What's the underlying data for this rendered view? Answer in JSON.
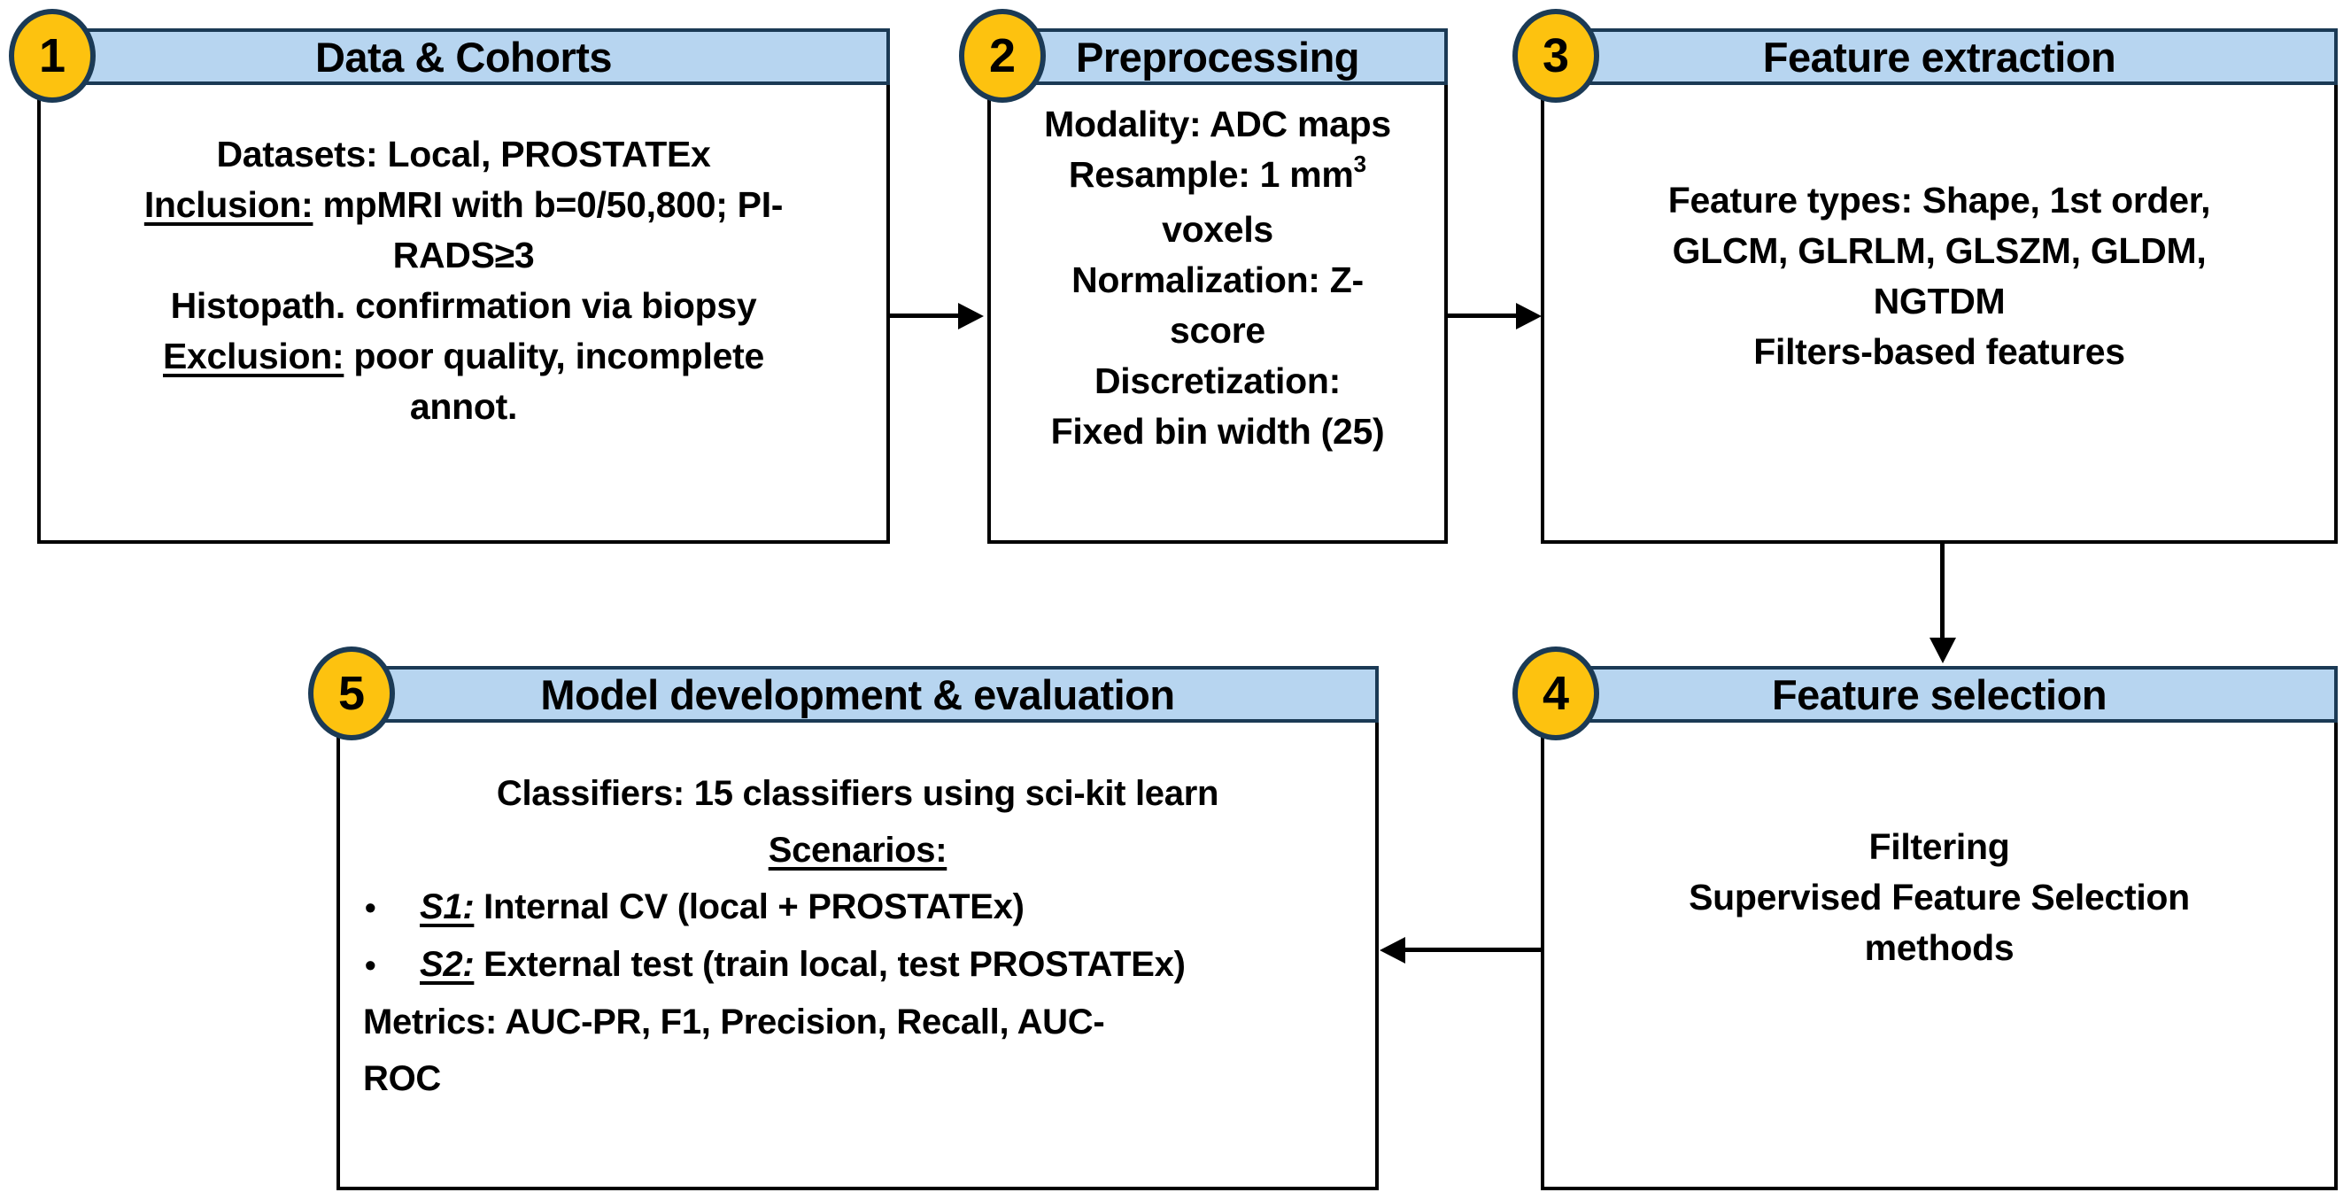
{
  "diagram": {
    "title": "Radiomics workflow flowchart",
    "colors": {
      "background": "#ffffff",
      "header_fill": "#B7D5F0",
      "header_border": "#1B3A55",
      "badge_fill": "#FDC20F",
      "badge_border": "#1B3A55",
      "box_border": "#000000",
      "arrow": "#000000",
      "text": "#000000"
    },
    "boxes": [
      {
        "number": "1",
        "title": "Data & Cohorts",
        "lines": [
          {
            "segs": [
              {
                "t": "Datasets: Local, PROSTATEx"
              }
            ]
          },
          {
            "segs": [
              {
                "t": "Inclusion:",
                "u": true
              },
              {
                "t": " mpMRI with b=0/50,800; PI-"
              }
            ]
          },
          {
            "segs": [
              {
                "t": "RADS≥3"
              }
            ]
          },
          {
            "segs": [
              {
                "t": "Histopath. confirmation via biopsy"
              }
            ]
          },
          {
            "segs": [
              {
                "t": "Exclusion:",
                "u": true
              },
              {
                "t": " poor quality, incomplete"
              }
            ]
          },
          {
            "segs": [
              {
                "t": "annot."
              }
            ]
          }
        ]
      },
      {
        "number": "2",
        "title": "Preprocessing",
        "lines": [
          {
            "segs": [
              {
                "t": "Modality: ADC maps"
              }
            ]
          },
          {
            "segs": [
              {
                "t": "Resample: 1 mm"
              },
              {
                "t": "3",
                "sup": true
              }
            ]
          },
          {
            "segs": [
              {
                "t": "voxels"
              }
            ]
          },
          {
            "segs": [
              {
                "t": "Normalization: Z-"
              }
            ]
          },
          {
            "segs": [
              {
                "t": "score"
              }
            ]
          },
          {
            "segs": [
              {
                "t": "Discretization:"
              }
            ]
          },
          {
            "segs": [
              {
                "t": "Fixed bin width (25)"
              }
            ]
          }
        ]
      },
      {
        "number": "3",
        "title": "Feature extraction",
        "lines": [
          {
            "segs": [
              {
                "t": "Feature types: Shape, 1st order,"
              }
            ]
          },
          {
            "segs": [
              {
                "t": "GLCM, GLRLM, GLSZM, GLDM,"
              }
            ]
          },
          {
            "segs": [
              {
                "t": "NGTDM"
              }
            ]
          },
          {
            "segs": [
              {
                "t": "Filters-based features"
              }
            ]
          }
        ]
      },
      {
        "number": "4",
        "title": "Feature selection",
        "lines": [
          {
            "segs": [
              {
                "t": "Filtering"
              }
            ]
          },
          {
            "segs": [
              {
                "t": "Supervised Feature Selection"
              }
            ]
          },
          {
            "segs": [
              {
                "t": "methods"
              }
            ]
          }
        ]
      },
      {
        "number": "5",
        "title": "Model development & evaluation",
        "lines": [
          {
            "segs": [
              {
                "t": "Classifiers: 15 classifiers using sci-kit learn"
              }
            ]
          },
          {
            "segs": [
              {
                "t": "Scenarios:",
                "u": true
              }
            ]
          },
          {
            "bullet": true,
            "segs": [
              {
                "t": "S1:",
                "u": true,
                "i": true
              },
              {
                "t": " Internal CV (local + PROSTATEx)"
              }
            ]
          },
          {
            "bullet": true,
            "segs": [
              {
                "t": "S2:",
                "u": true,
                "i": true
              },
              {
                "t": " External test (train local, test PROSTATEx)"
              }
            ]
          },
          {
            "align": "left",
            "segs": [
              {
                "t": "Metrics: AUC-PR, F1, Precision, Recall, AUC-"
              }
            ]
          },
          {
            "align": "left",
            "segs": [
              {
                "t": "ROC"
              }
            ]
          }
        ]
      }
    ],
    "arrows": [
      {
        "name": "arrow-1-to-2",
        "direction": "right"
      },
      {
        "name": "arrow-2-to-3",
        "direction": "right"
      },
      {
        "name": "arrow-3-to-4",
        "direction": "down"
      },
      {
        "name": "arrow-4-to-5",
        "direction": "left"
      }
    ]
  }
}
